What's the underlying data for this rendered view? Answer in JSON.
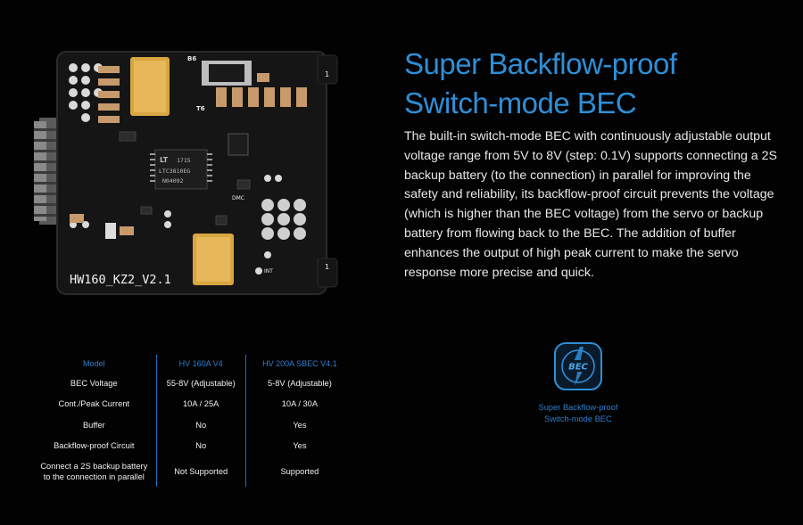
{
  "heading": {
    "line1": "Super Backflow-proof",
    "line2": "Switch-mode BEC"
  },
  "description": "The built-in switch-mode BEC with continuously adjustable output voltage range from 5V to 8V (step: 0.1V) supports connecting a 2S backup battery (to the connection) in parallel for improving the safety and reliability, its backflow-proof circuit prevents the voltage (which is higher than the BEC voltage) from the servo or backup battery from flowing back to the BEC. The addition of buffer enhances the output of high peak current to make the servo response more precise and quick.",
  "board": {
    "label": "HW160_KZ2_V2.1",
    "chip_brand": "LT",
    "chip_text": [
      "1715",
      "LTC3810EG",
      "N04092"
    ],
    "silk_t6": "T6",
    "silk_b6": "B6",
    "silk_int": "INT",
    "silk_dmc": "DMC",
    "pin_one_top": "1",
    "pin_one_bottom": "1"
  },
  "table": {
    "headers": [
      "Model",
      "HV 160A V4",
      "HV 200A SBEC V4.1"
    ],
    "rows": [
      [
        "BEC Voltage",
        "55-8V (Adjustable)",
        "5-8V (Adjustable)"
      ],
      [
        "Cont./Peak Current",
        "10A / 25A",
        "10A / 30A"
      ],
      [
        "Buffer",
        "No",
        "Yes"
      ],
      [
        "Backflow-proof Circuit",
        "No",
        "Yes"
      ]
    ],
    "last_row": {
      "label_line1": "Connect a 2S backup battery",
      "label_line2": "to the connection in parallel",
      "v4": "Not Supported",
      "v41": "Supported"
    }
  },
  "badge": {
    "icon_text": "BEC",
    "caption_line1": "Super Backflow-proof",
    "caption_line2": "Switch-mode BEC"
  },
  "colors": {
    "background": "#020202",
    "accent": "#2e8fd8",
    "text": "#e8e8e8",
    "divider": "#1f6fbd",
    "pcb": "#111111",
    "gold": "#d8a640"
  }
}
